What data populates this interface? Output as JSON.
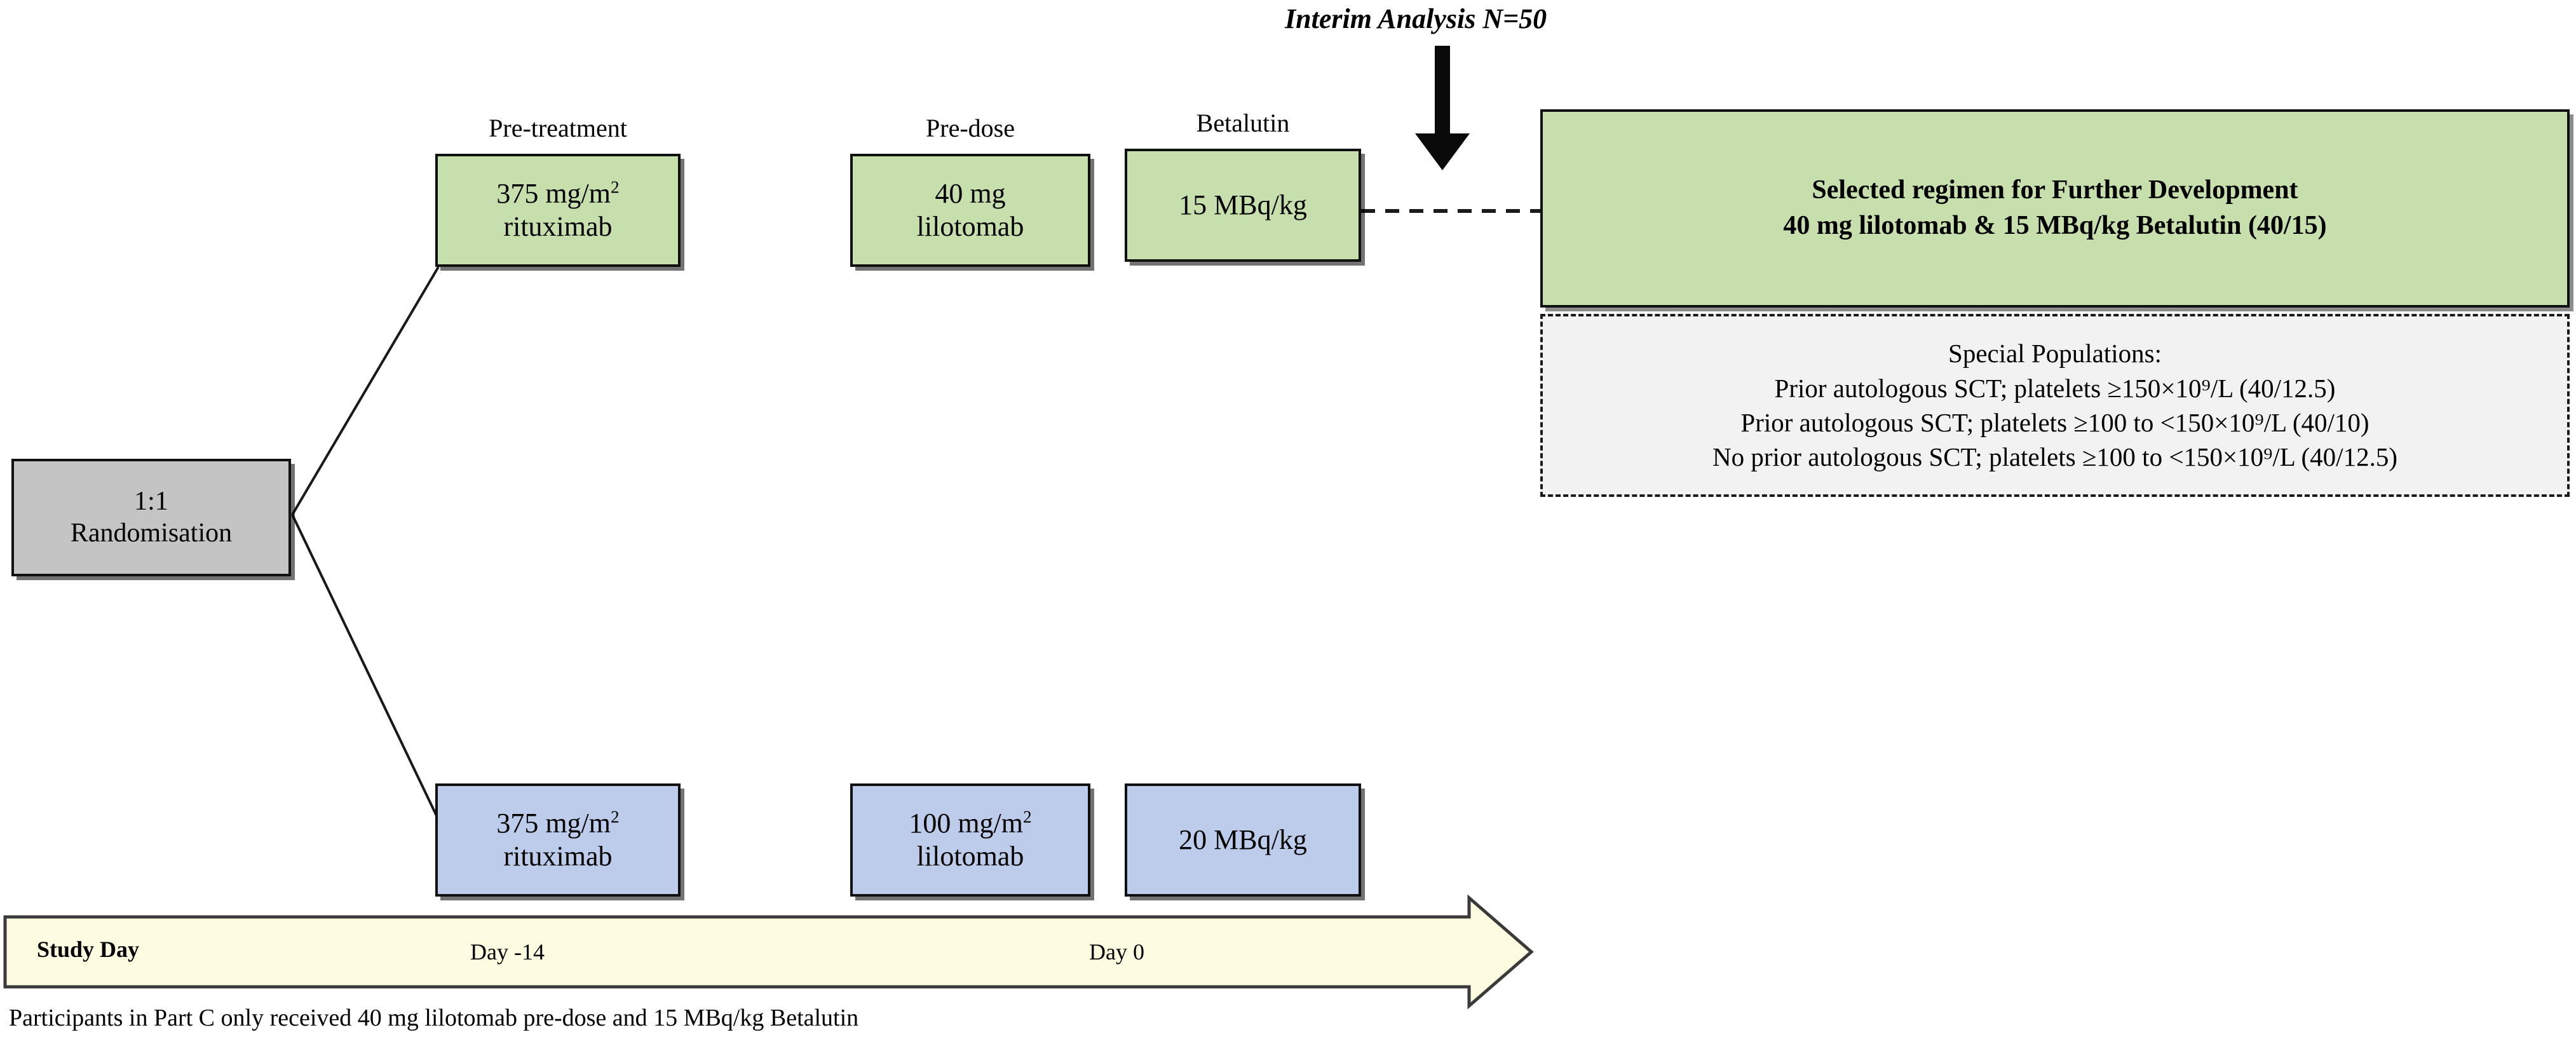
{
  "diagram": {
    "title": "Study design schematic",
    "colors": {
      "green_fill": "#c6dfac",
      "blue_fill": "#bcccea",
      "grey_fill": "#c4c4c4",
      "special_fill": "#f2f2f2",
      "timeline_fill": "#fdfbe0",
      "stroke": "#101010"
    }
  },
  "randomisation": {
    "line1": "1:1",
    "line2": "Randomisation"
  },
  "column_labels": {
    "pre_treatment": "Pre-treatment",
    "pre_dose": "Pre-dose",
    "betalutin": "Betalutin"
  },
  "arm_a": {
    "rituximab": {
      "line1": "375 mg/m",
      "sup": "2",
      "line2": "rituximab"
    },
    "lilotomab": {
      "line1": "40 mg",
      "line2": "lilotomab"
    },
    "betalutin": {
      "line1": "15 MBq/kg",
      "line2": ""
    }
  },
  "arm_b": {
    "rituximab": {
      "line1": "375 mg/m",
      "sup": "2",
      "line2": "rituximab"
    },
    "lilotomab": {
      "line1": "100 mg/m",
      "sup": "2",
      "line2": "lilotomab"
    },
    "betalutin": {
      "line1": "20 MBq/kg",
      "line2": ""
    }
  },
  "interim": {
    "label": "Interim Analysis N=50"
  },
  "selected_regimen": {
    "line1": "Selected regimen for Further Development",
    "line2": "40 mg lilotomab & 15 MBq/kg Betalutin (40/15)"
  },
  "special_populations": {
    "heading": "Special Populations:",
    "rows": [
      "Prior autologous SCT; platelets ≥150×10⁹/L (40/12.5)",
      "Prior autologous SCT; platelets ≥100 to <150×10⁹/L (40/10)",
      "No prior autologous SCT; platelets ≥100 to <150×10⁹/L (40/12.5)"
    ]
  },
  "timeline": {
    "axis_label": "Study Day",
    "tick_day_minus_14": "Day -14",
    "tick_day_0": "Day 0"
  },
  "footnote": {
    "text": "Participants in Part C only received 40 mg lilotomab pre-dose and 15 MBq/kg Betalutin"
  }
}
